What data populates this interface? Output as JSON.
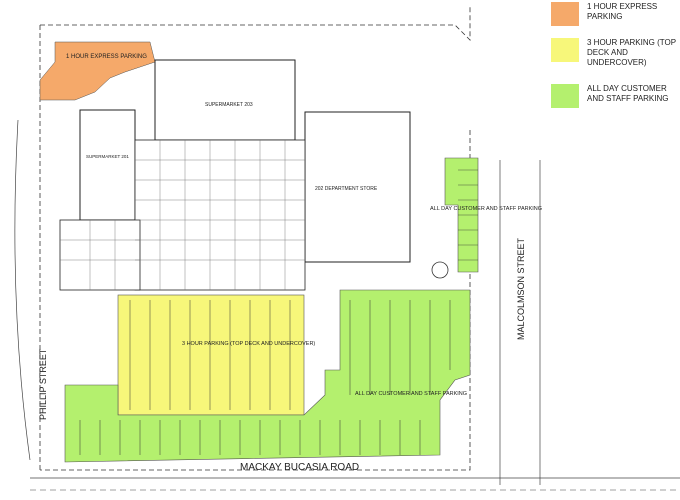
{
  "legend": [
    {
      "color": "#f5a96a",
      "text": "1 HOUR EXPRESS PARKING"
    },
    {
      "color": "#f7f77a",
      "text": "3 HOUR PARKING (TOP DECK AND UNDERCOVER)"
    },
    {
      "color": "#b4f06e",
      "text": "ALL DAY CUSTOMER AND STAFF PARKING"
    }
  ],
  "streets": {
    "phillip": "PHILLIP STREET",
    "malcolmson": "MALCOLMSON STREET",
    "mackay": "MACKAY BUCASIA ROAD"
  },
  "zones": {
    "express": "1 HOUR EXPRESS PARKING",
    "three_hour": "3 HOUR PARKING (TOP DECK AND UNDERCOVER)",
    "allday_south": "ALL DAY CUSTOMER AND STAFF PARKING",
    "allday_east": "ALL DAY CUSTOMER AND STAFF PARKING"
  },
  "buildings": {
    "supermarket_203": "SUPERMARKET 203",
    "supermarket_201": "SUPERMARKET 201",
    "department_store": "202 DEPARTMENT STORE"
  },
  "colors": {
    "express": "#f5a96a",
    "three_hour": "#f7f77a",
    "all_day": "#b4f06e"
  }
}
